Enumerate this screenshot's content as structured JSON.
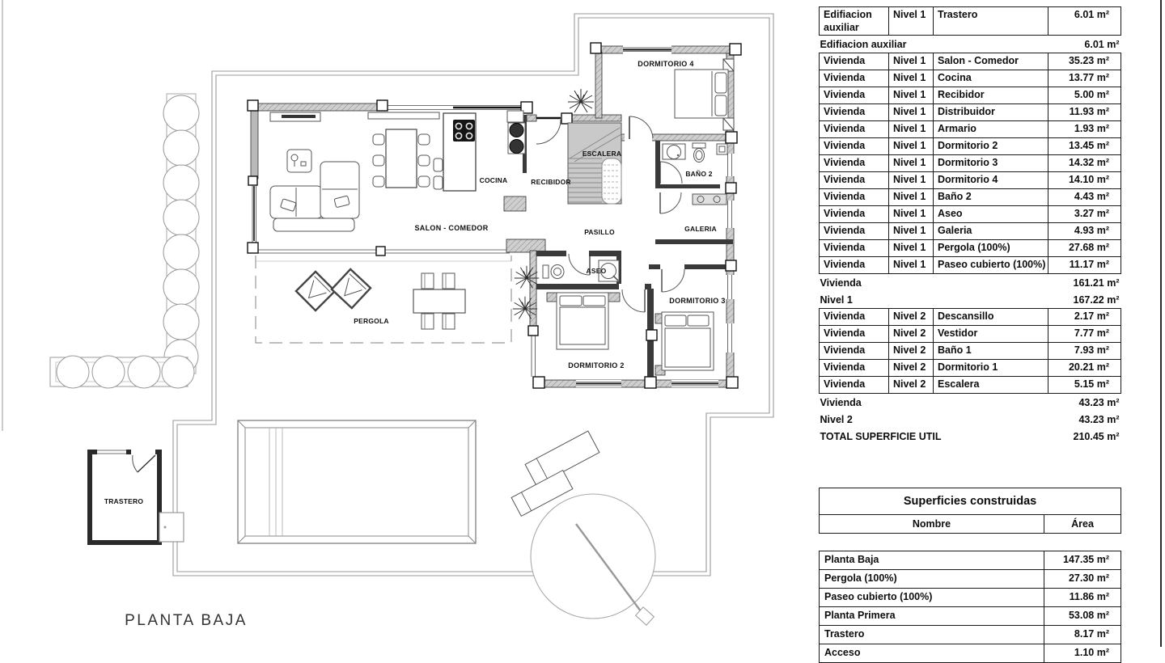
{
  "title": "PLANTA BAJA",
  "colors": {
    "ink": "#111111",
    "wall_gray": "#c9c9c9",
    "boundary_gray": "#999999"
  },
  "plan": {
    "labels": {
      "dormitorio4": "DORMITORIO 4",
      "escalera": "ESCALERA",
      "recibidor": "RECIBIDOR",
      "cocina": "COCINA",
      "salon": "SALON - COMEDOR",
      "pasillo": "PASILLO",
      "bano2": "BAÑO 2",
      "galeria": "GALERIA",
      "aseo": "ASEO",
      "dormitorio3": "DORMITORIO 3",
      "dormitorio2": "DORMITORIO 2",
      "pergola": "PERGOLA",
      "trastero": "TRASTERO",
      "plan_title": "PLANTA BAJA"
    }
  },
  "useful_areas_table": {
    "rows": [
      {
        "type": "detail",
        "building": "Edifiacion auxiliar",
        "level": "Nivel 1",
        "room": "Trastero",
        "area": "6.01 m²"
      },
      {
        "type": "subtotal",
        "label": "Edifiacion auxiliar",
        "area": "6.01 m²"
      },
      {
        "type": "detail",
        "building": "Vivienda",
        "level": "Nivel 1",
        "room": "Salon - Comedor",
        "area": "35.23 m²"
      },
      {
        "type": "detail",
        "building": "Vivienda",
        "level": "Nivel 1",
        "room": "Cocina",
        "area": "13.77 m²"
      },
      {
        "type": "detail",
        "building": "Vivienda",
        "level": "Nivel 1",
        "room": "Recibidor",
        "area": "5.00 m²"
      },
      {
        "type": "detail",
        "building": "Vivienda",
        "level": "Nivel 1",
        "room": "Distribuidor",
        "area": "11.93 m²"
      },
      {
        "type": "detail",
        "building": "Vivienda",
        "level": "Nivel 1",
        "room": "Armario",
        "area": "1.93 m²"
      },
      {
        "type": "detail",
        "building": "Vivienda",
        "level": "Nivel 1",
        "room": "Dormitorio 2",
        "area": "13.45 m²"
      },
      {
        "type": "detail",
        "building": "Vivienda",
        "level": "Nivel 1",
        "room": "Dormitorio 3",
        "area": "14.32 m²"
      },
      {
        "type": "detail",
        "building": "Vivienda",
        "level": "Nivel 1",
        "room": "Dormitorio 4",
        "area": "14.10 m²"
      },
      {
        "type": "detail",
        "building": "Vivienda",
        "level": "Nivel 1",
        "room": "Baño 2",
        "area": "4.43 m²"
      },
      {
        "type": "detail",
        "building": "Vivienda",
        "level": "Nivel 1",
        "room": "Aseo",
        "area": "3.27 m²"
      },
      {
        "type": "detail",
        "building": "Vivienda",
        "level": "Nivel 1",
        "room": "Galeria",
        "area": "4.93 m²"
      },
      {
        "type": "detail",
        "building": "Vivienda",
        "level": "Nivel 1",
        "room": "Pergola (100%)",
        "area": "27.68 m²"
      },
      {
        "type": "detail",
        "building": "Vivienda",
        "level": "Nivel 1",
        "room": "Paseo cubierto (100%)",
        "area": "11.17 m²"
      },
      {
        "type": "subtotal",
        "label": "Vivienda",
        "area": "161.21 m²"
      },
      {
        "type": "subtotal",
        "label": "Nivel 1",
        "area": "167.22 m²"
      },
      {
        "type": "detail",
        "building": "Vivienda",
        "level": "Nivel 2",
        "room": "Descansillo",
        "area": "2.17 m²"
      },
      {
        "type": "detail",
        "building": "Vivienda",
        "level": "Nivel 2",
        "room": "Vestidor",
        "area": "7.77 m²"
      },
      {
        "type": "detail",
        "building": "Vivienda",
        "level": "Nivel 2",
        "room": "Baño 1",
        "area": "7.93 m²"
      },
      {
        "type": "detail",
        "building": "Vivienda",
        "level": "Nivel 2",
        "room": "Dormitorio 1",
        "area": "20.21 m²"
      },
      {
        "type": "detail",
        "building": "Vivienda",
        "level": "Nivel 2",
        "room": "Escalera",
        "area": "5.15 m²"
      },
      {
        "type": "subtotal",
        "label": "Vivienda",
        "area": "43.23 m²"
      },
      {
        "type": "subtotal",
        "label": "Nivel 2",
        "area": "43.23 m²"
      },
      {
        "type": "subtotal",
        "label": "TOTAL SUPERFICIE UTIL",
        "area": "210.45 m²"
      }
    ]
  },
  "built_areas_table": {
    "title": "Superficies construidas",
    "columns": {
      "name": "Nombre",
      "area": "Área"
    },
    "rows": [
      {
        "name": "Planta Baja",
        "area": "147.35 m²"
      },
      {
        "name": "Pergola (100%)",
        "area": "27.30 m²"
      },
      {
        "name": "Paseo cubierto (100%)",
        "area": "11.86 m²"
      },
      {
        "name": "Planta Primera",
        "area": "53.08 m²"
      },
      {
        "name": "Trastero",
        "area": "8.17 m²"
      },
      {
        "name": "Acceso",
        "area": "1.10 m²"
      }
    ]
  }
}
